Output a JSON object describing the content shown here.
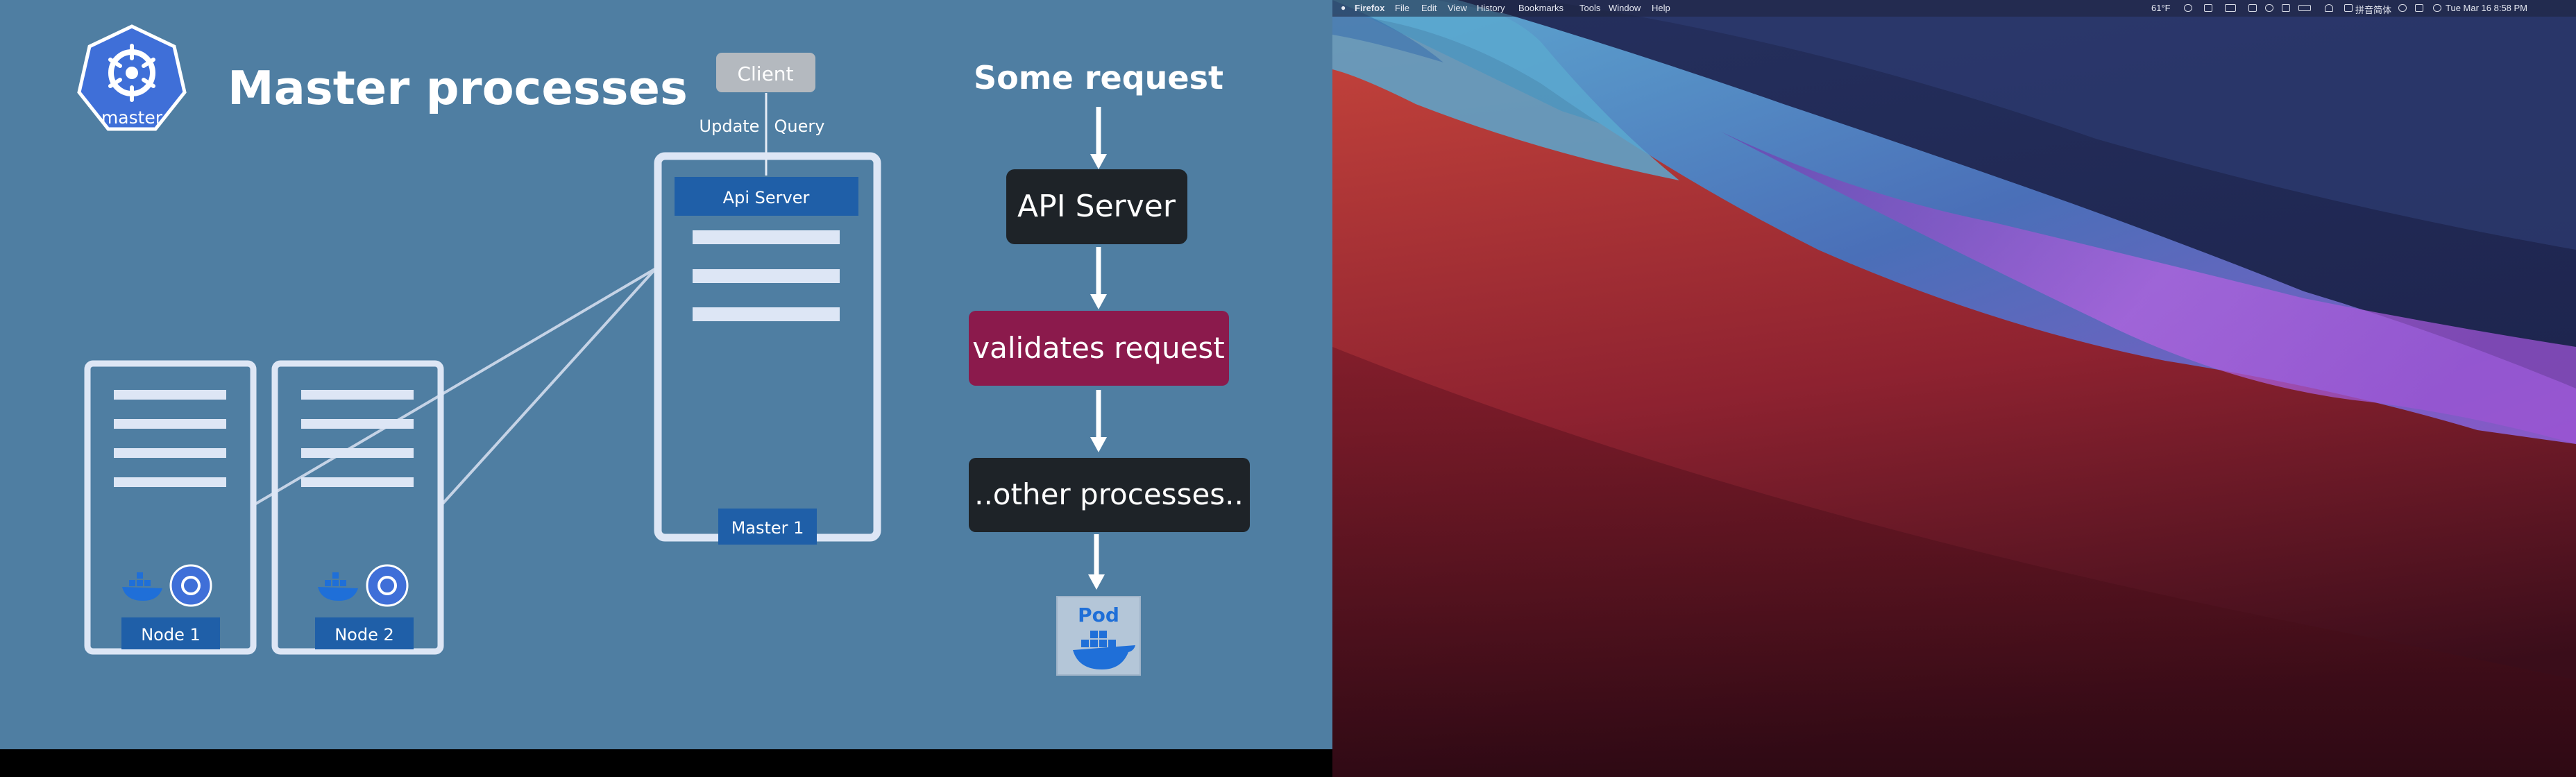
{
  "slide": {
    "title": "Master processes",
    "master_logo_label": "master",
    "client_label": "Client",
    "update_label": "Update",
    "query_label": "Query",
    "api_server_bar_label": "Api Server",
    "master_label": "Master 1",
    "node1_label": "Node 1",
    "node2_label": "Node 2",
    "flow": {
      "heading": "Some request",
      "step1": "API Server",
      "step2": "validates request",
      "step3": "..other processes..",
      "pod_label": "Pod"
    },
    "colors": {
      "background": "#4f7ea2",
      "server_outline": "#dde6f5",
      "label_blue": "#1f5fa8",
      "dark_box": "#1e2328",
      "validate_box": "#8b1a4c",
      "client_box": "#b4b9bf"
    }
  },
  "menubar": {
    "apple_icon": "apple-icon",
    "app_name": "Firefox",
    "items": [
      "File",
      "Edit",
      "View",
      "History",
      "Bookmarks",
      "Tools",
      "Window",
      "Help"
    ],
    "temperature": "61°F",
    "ime_label": "拼音简体",
    "clock": "Tue Mar 16  8:58 PM"
  }
}
